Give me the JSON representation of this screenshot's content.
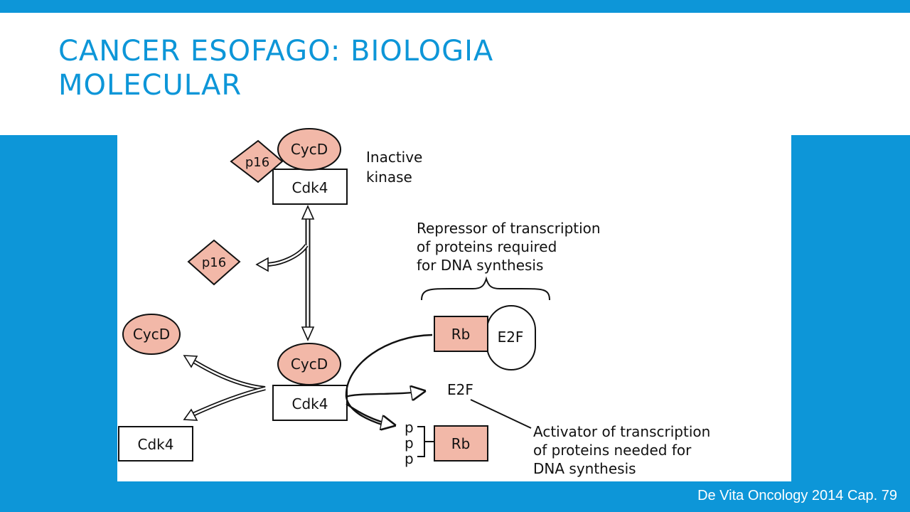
{
  "slide": {
    "title_line1": "CANCER ESOFAGO: BIOLOGIA",
    "title_line2": "MOLECULAR",
    "citation": "De Vita Oncology 2014 Cap. 79"
  },
  "diagram": {
    "labels": {
      "cycd": "CycD",
      "cdk4": "Cdk4",
      "p16": "p16",
      "rb": "Rb",
      "e2f": "E2F",
      "p": "p"
    },
    "inactive_kinase": [
      "Inactive",
      "kinase"
    ],
    "repressor_text": [
      "Repressor of transcription",
      "of proteins required",
      "for DNA synthesis"
    ],
    "activator_text": [
      "Activator of transcription",
      "of proteins needed for",
      "DNA synthesis"
    ]
  },
  "colors": {
    "accent": "#0d96d8",
    "protein_fill": "#f2b8a8"
  }
}
